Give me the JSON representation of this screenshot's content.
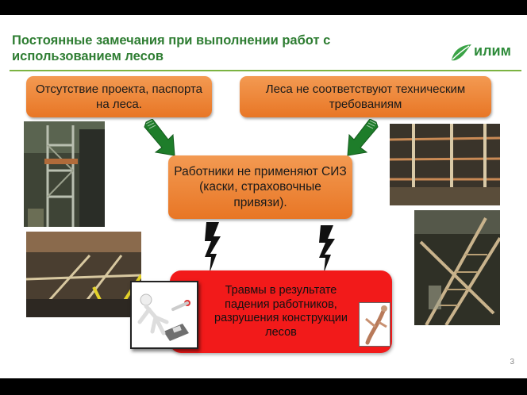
{
  "slide": {
    "title": "Постоянные замечания при выполнении работ с использованием лесов",
    "logo_text": "илим",
    "page_number": "3"
  },
  "boxes": {
    "no_project": "Отсутствие проекта, паспорта на леса.",
    "scaffold_noncompliant": "Леса не соответствуют техническим требованиям",
    "no_ppe": "Работники не применяют СИЗ (каски, страховочные привязи).",
    "injuries": "Травмы в результате падения работников, разрушения конструкции лесов"
  },
  "colors": {
    "title_green": "#2e7d32",
    "accent_green": "#7cb342",
    "box_orange": "#ee8130",
    "box_red": "#f21a1a",
    "arrow_green": "#1e7d2a"
  },
  "icons": [
    "down-right-arrow-icon",
    "down-left-arrow-icon",
    "lightning-bolt-icon",
    "leaf-logo-icon"
  ]
}
